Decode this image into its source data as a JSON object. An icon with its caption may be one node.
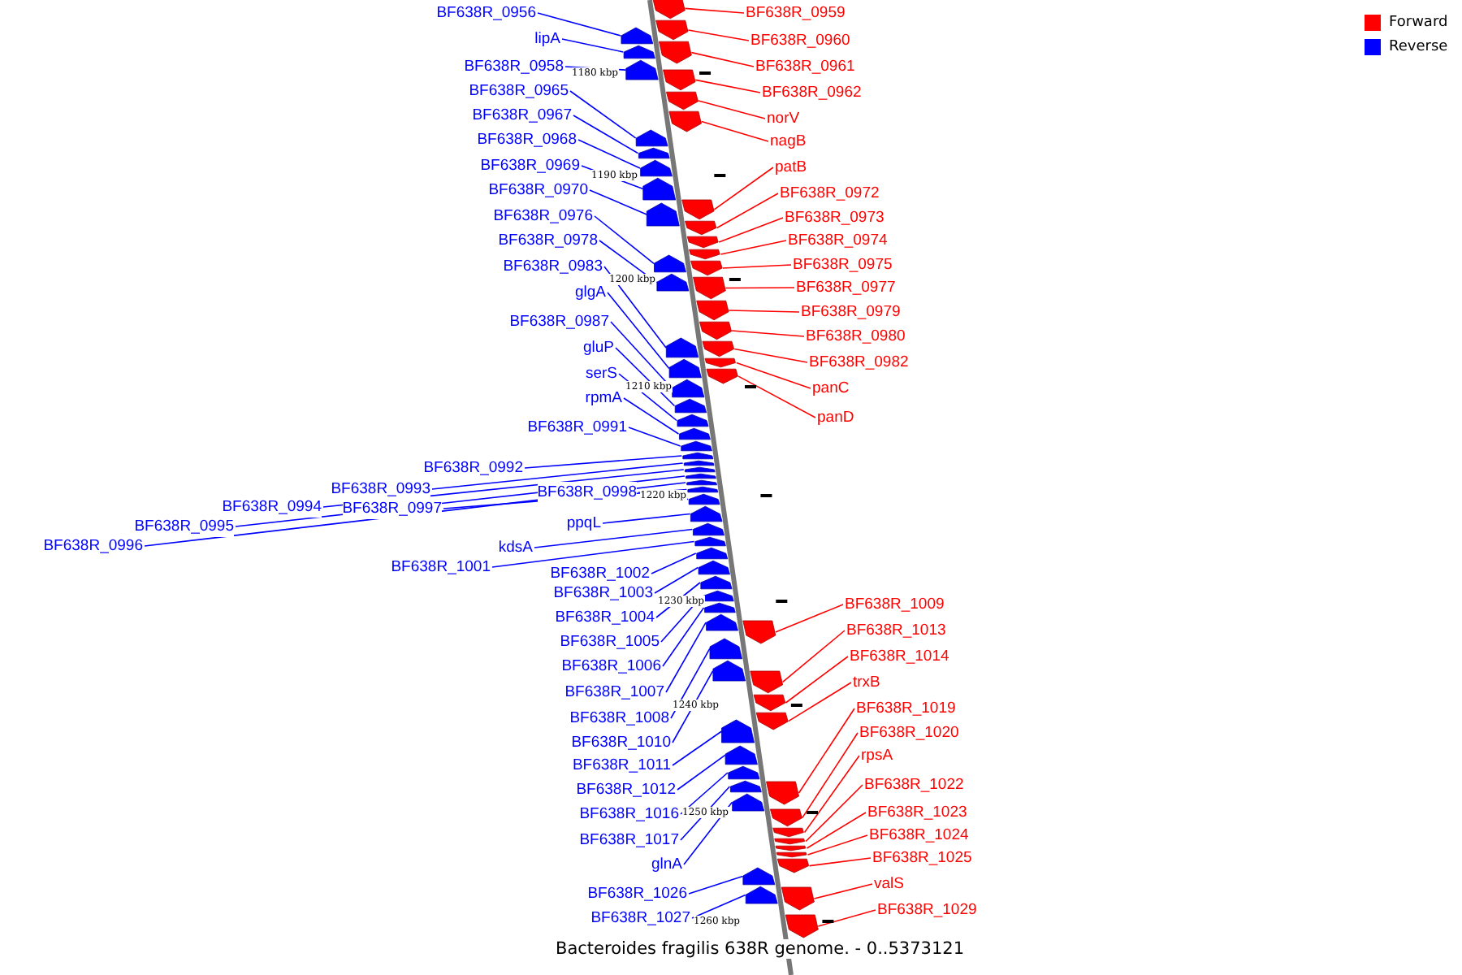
{
  "diagram": {
    "caption": "Bacteroides fragilis 638R genome. - 0..5373121",
    "nodes": [
      {
        "text": [
          "BF638R_0956"
        ]
      },
      {
        "text": [
          "lipA"
        ]
      },
      {
        "text": [
          "BF638R_0958"
        ]
      },
      {
        "text": [
          "BF638R_0965"
        ]
      },
      {
        "text": [
          "BF638R_0967"
        ]
      },
      {
        "text": [
          "BF638R_0968"
        ]
      },
      {
        "text": [
          "BF638R_0969"
        ]
      },
      {
        "text": [
          "BF638R_0970"
        ]
      },
      {
        "text": [
          "BF638R_0976"
        ]
      },
      {
        "text": [
          "BF638R_0978"
        ]
      },
      {
        "text": [
          "BF638R_0983"
        ]
      },
      {
        "text": [
          "glgA"
        ]
      },
      {
        "text": [
          "BF638R_0987"
        ]
      },
      {
        "text": [
          "gluP"
        ]
      },
      {
        "text": [
          "serS"
        ]
      },
      {
        "text": [
          "rpmA"
        ]
      },
      {
        "text": [
          "BF638R_0991"
        ]
      },
      {
        "text": [
          "BF638R_0992"
        ]
      },
      {
        "text": [
          "BF638R_0993"
        ]
      },
      {
        "text": [
          "BF638R_0994"
        ]
      },
      {
        "text": [
          "BF638R_0995"
        ]
      },
      {
        "text": [
          "BF638R_0996"
        ]
      },
      {
        "text": [
          "BF638R_0997"
        ]
      },
      {
        "text": [
          "BF638R_0998"
        ]
      },
      {
        "text": [
          "ppqL"
        ]
      },
      {
        "text": [
          "kdsA"
        ]
      },
      {
        "text": [
          "BF638R_1001"
        ]
      },
      {
        "text": [
          "BF638R_1002"
        ]
      },
      {
        "text": [
          "BF638R_1003"
        ]
      },
      {
        "text": [
          "BF638R_1004"
        ]
      },
      {
        "text": [
          "BF638R_1005"
        ]
      },
      {
        "text": [
          "BF638R_1006"
        ]
      },
      {
        "text": [
          "BF638R_1007"
        ]
      },
      {
        "text": [
          "BF638R_1008"
        ]
      },
      {
        "text": [
          "BF638R_1010"
        ]
      },
      {
        "text": [
          "BF638R_1011"
        ]
      },
      {
        "text": [
          "BF638R_1012"
        ]
      },
      {
        "text": [
          "BF638R_1016"
        ]
      },
      {
        "text": [
          "BF638R_1017"
        ]
      },
      {
        "text": [
          "glnA"
        ]
      },
      {
        "text": [
          "BF638R_1026"
        ]
      },
      {
        "text": [
          "BF638R_1027"
        ]
      },
      {
        "text": [
          "BF638R_0959"
        ]
      },
      {
        "text": [
          "BF638R_0960"
        ]
      },
      {
        "text": [
          "BF638R_0961"
        ]
      },
      {
        "text": [
          "BF638R_0962"
        ]
      },
      {
        "text": [
          "norV"
        ]
      },
      {
        "text": [
          "nagB"
        ]
      },
      {
        "text": [
          "patB"
        ]
      },
      {
        "text": [
          "BF638R_0972"
        ]
      },
      {
        "text": [
          "BF638R_0973"
        ]
      },
      {
        "text": [
          "BF638R_0974"
        ]
      },
      {
        "text": [
          "BF638R_0975"
        ]
      },
      {
        "text": [
          "BF638R_0977"
        ]
      },
      {
        "text": [
          "BF638R_0979"
        ]
      },
      {
        "text": [
          "BF638R_0980"
        ]
      },
      {
        "text": [
          "BF638R_0982"
        ]
      },
      {
        "text": [
          "panC"
        ]
      },
      {
        "text": [
          "panD"
        ]
      },
      {
        "text": [
          "BF638R_1009"
        ]
      },
      {
        "text": [
          "BF638R_1013"
        ]
      },
      {
        "text": [
          "BF638R_1014"
        ]
      },
      {
        "text": [
          "trxB"
        ]
      },
      {
        "text": [
          "BF638R_1019"
        ]
      },
      {
        "text": [
          "BF638R_1020"
        ]
      },
      {
        "text": [
          "rpsA"
        ]
      },
      {
        "text": [
          "BF638R_1022"
        ]
      },
      {
        "text": [
          "BF638R_1023"
        ]
      },
      {
        "text": [
          "BF638R_1024"
        ]
      },
      {
        "text": [
          "BF638R_1025"
        ]
      },
      {
        "text": [
          "valS"
        ]
      },
      {
        "text": [
          "BF638R_1029"
        ]
      },
      {
        "text": [],
        "shape": "arrow"
      },
      {
        "text": [],
        "shape": "arrow"
      },
      {
        "text": [],
        "shape": "arrow"
      },
      {
        "text": [],
        "shape": "arrow"
      },
      {
        "text": [],
        "shape": "arrow"
      },
      {
        "text": [],
        "shape": "arrow"
      },
      {
        "text": [],
        "shape": "arrow"
      },
      {
        "text": [],
        "shape": "arrow"
      },
      {
        "text": [],
        "shape": "arrow"
      },
      {
        "text": [],
        "shape": "arrow"
      },
      {
        "text": [],
        "shape": "arrow"
      },
      {
        "text": [],
        "shape": "arrow"
      },
      {
        "text": [],
        "shape": "arrow"
      },
      {
        "text": [],
        "shape": "arrow"
      },
      {
        "text": [],
        "shape": "arrow"
      },
      {
        "text": [],
        "shape": "arrow"
      },
      {
        "text": [],
        "shape": "arrow"
      },
      {
        "text": [],
        "shape": "arrow"
      },
      {
        "text": [],
        "shape": "arrow"
      },
      {
        "text": [],
        "shape": "arrow"
      },
      {
        "text": [],
        "shape": "arrow"
      },
      {
        "text": [],
        "shape": "arrow"
      },
      {
        "text": [],
        "shape": "arrow"
      },
      {
        "text": [],
        "shape": "arrow"
      },
      {
        "text": [],
        "shape": "arrow"
      },
      {
        "text": [],
        "shape": "arrow"
      },
      {
        "text": [],
        "shape": "arrow"
      },
      {
        "text": [],
        "shape": "arrow"
      },
      {
        "text": [],
        "shape": "arrow"
      },
      {
        "text": [],
        "shape": "arrow"
      },
      {
        "text": [],
        "shape": "arrow"
      },
      {
        "text": [],
        "shape": "arrow"
      },
      {
        "text": [],
        "shape": "arrow"
      },
      {
        "text": [],
        "shape": "arrow"
      },
      {
        "text": [],
        "shape": "arrow"
      },
      {
        "text": [],
        "shape": "arrow"
      },
      {
        "text": [],
        "shape": "arrow"
      },
      {
        "text": [],
        "shape": "arrow"
      },
      {
        "text": [],
        "shape": "arrow"
      },
      {
        "text": [],
        "shape": "arrow"
      },
      {
        "text": [],
        "shape": "arrow"
      },
      {
        "text": [],
        "shape": "arrow"
      },
      {
        "text": [],
        "shape": "arrow"
      },
      {
        "text": [],
        "shape": "arrow"
      },
      {
        "text": [],
        "shape": "arrow"
      },
      {
        "text": [],
        "shape": "arrow"
      },
      {
        "text": [],
        "shape": "arrow"
      },
      {
        "text": [],
        "shape": "arrow"
      },
      {
        "text": [],
        "shape": "arrow"
      },
      {
        "text": [],
        "shape": "arrow"
      },
      {
        "text": [],
        "shape": "arrow"
      },
      {
        "text": [],
        "shape": "arrow"
      },
      {
        "text": [],
        "shape": "arrow"
      },
      {
        "text": [],
        "shape": "arrow"
      },
      {
        "text": [],
        "shape": "arrow"
      },
      {
        "text": [],
        "shape": "arrow"
      },
      {
        "text": [],
        "shape": "arrow"
      },
      {
        "text": [],
        "shape": "arrow"
      },
      {
        "text": [],
        "shape": "arrow"
      },
      {
        "text": [],
        "shape": "arrow"
      },
      {
        "text": [],
        "shape": "arrow"
      },
      {
        "text": [],
        "shape": "arrow"
      },
      {
        "text": [],
        "shape": "arrow"
      },
      {
        "text": [],
        "shape": "arrow"
      },
      {
        "text": [],
        "shape": "arrow"
      },
      {
        "text": [],
        "shape": "arrow"
      },
      {
        "text": [],
        "shape": "arrow"
      },
      {
        "text": [],
        "shape": "arrow"
      },
      {
        "text": [],
        "shape": "arrow"
      },
      {
        "text": [],
        "shape": "arrow"
      },
      {
        "text": [],
        "shape": "arrow"
      },
      {
        "text": [],
        "shape": "arrow"
      }
    ],
    "edges": [
      {
        "from": 0,
        "to": 72,
        "arrow": "none"
      },
      {
        "from": 1,
        "to": 73,
        "arrow": "none"
      },
      {
        "from": 2,
        "to": 74,
        "arrow": "none"
      },
      {
        "from": 3,
        "to": 75,
        "arrow": "none"
      },
      {
        "from": 4,
        "to": 76,
        "arrow": "none"
      },
      {
        "from": 5,
        "to": 77,
        "arrow": "none"
      },
      {
        "from": 6,
        "to": 78,
        "arrow": "none"
      },
      {
        "from": 7,
        "to": 79,
        "arrow": "none"
      },
      {
        "from": 8,
        "to": 80,
        "arrow": "none"
      },
      {
        "from": 9,
        "to": 81,
        "arrow": "none"
      },
      {
        "from": 10,
        "to": 82,
        "arrow": "none"
      },
      {
        "from": 11,
        "to": 83,
        "arrow": "none"
      },
      {
        "from": 12,
        "to": 84,
        "arrow": "none"
      },
      {
        "from": 13,
        "to": 85,
        "arrow": "none"
      },
      {
        "from": 14,
        "to": 86,
        "arrow": "none"
      },
      {
        "from": 15,
        "to": 87,
        "arrow": "none"
      },
      {
        "from": 16,
        "to": 88,
        "arrow": "none"
      },
      {
        "from": 17,
        "to": 89,
        "arrow": "none"
      },
      {
        "from": 18,
        "to": 90,
        "arrow": "none"
      },
      {
        "from": 19,
        "to": 91,
        "arrow": "none"
      },
      {
        "from": 20,
        "to": 92,
        "arrow": "none"
      },
      {
        "from": 21,
        "to": 93,
        "arrow": "none"
      },
      {
        "from": 22,
        "to": 94,
        "arrow": "none"
      },
      {
        "from": 23,
        "to": 95,
        "arrow": "none"
      },
      {
        "from": 24,
        "to": 96,
        "arrow": "none"
      },
      {
        "from": 25,
        "to": 97,
        "arrow": "none"
      },
      {
        "from": 26,
        "to": 98,
        "arrow": "none"
      },
      {
        "from": 27,
        "to": 99,
        "arrow": "none"
      },
      {
        "from": 28,
        "to": 100,
        "arrow": "none"
      },
      {
        "from": 29,
        "to": 101,
        "arrow": "none"
      },
      {
        "from": 30,
        "to": 102,
        "arrow": "none"
      },
      {
        "from": 31,
        "to": 103,
        "arrow": "none"
      },
      {
        "from": 32,
        "to": 104,
        "arrow": "none"
      },
      {
        "from": 33,
        "to": 105,
        "arrow": "none"
      },
      {
        "from": 34,
        "to": 106,
        "arrow": "none"
      },
      {
        "from": 35,
        "to": 107,
        "arrow": "none"
      },
      {
        "from": 36,
        "to": 108,
        "arrow": "none"
      },
      {
        "from": 37,
        "to": 109,
        "arrow": "none"
      },
      {
        "from": 38,
        "to": 110,
        "arrow": "none"
      },
      {
        "from": 39,
        "to": 111,
        "arrow": "none"
      },
      {
        "from": 40,
        "to": 112,
        "arrow": "none"
      },
      {
        "from": 41,
        "to": 113,
        "arrow": "none"
      },
      {
        "from": 42,
        "to": 114,
        "arrow": "none",
        "color": "#ff0000"
      },
      {
        "from": 43,
        "to": 115,
        "arrow": "none",
        "color": "#ff0000"
      },
      {
        "from": 44,
        "to": 116,
        "arrow": "none",
        "color": "#ff0000"
      },
      {
        "from": 45,
        "to": 117,
        "arrow": "none",
        "color": "#ff0000"
      },
      {
        "from": 46,
        "to": 118,
        "arrow": "none",
        "color": "#ff0000"
      },
      {
        "from": 47,
        "to": 119,
        "arrow": "none",
        "color": "#ff0000"
      },
      {
        "from": 48,
        "to": 120,
        "arrow": "none",
        "color": "#ff0000"
      },
      {
        "from": 49,
        "to": 121,
        "arrow": "none",
        "color": "#ff0000"
      },
      {
        "from": 50,
        "to": 122,
        "arrow": "none",
        "color": "#ff0000"
      },
      {
        "from": 51,
        "to": 123,
        "arrow": "none",
        "color": "#ff0000"
      },
      {
        "from": 52,
        "to": 124,
        "arrow": "none",
        "color": "#ff0000"
      },
      {
        "from": 53,
        "to": 125,
        "arrow": "none",
        "color": "#ff0000"
      },
      {
        "from": 54,
        "to": 126,
        "arrow": "none",
        "color": "#ff0000"
      },
      {
        "from": 55,
        "to": 127,
        "arrow": "none",
        "color": "#ff0000"
      },
      {
        "from": 56,
        "to": 128,
        "arrow": "none",
        "color": "#ff0000"
      },
      {
        "from": 57,
        "to": 129,
        "arrow": "none",
        "color": "#ff0000"
      },
      {
        "from": 58,
        "to": 130,
        "arrow": "none",
        "color": "#ff0000"
      },
      {
        "from": 59,
        "to": 131,
        "arrow": "none",
        "color": "#ff0000"
      },
      {
        "from": 60,
        "to": 132,
        "arrow": "none",
        "color": "#ff0000"
      },
      {
        "from": 61,
        "to": 133,
        "arrow": "none",
        "color": "#ff0000"
      },
      {
        "from": 62,
        "to": 134,
        "arrow": "none",
        "color": "#ff0000"
      },
      {
        "from": 63,
        "to": 135,
        "arrow": "none",
        "color": "#ff0000"
      },
      {
        "from": 64,
        "to": 136,
        "arrow": "none",
        "color": "#ff0000"
      },
      {
        "from": 65,
        "to": 137,
        "arrow": "none",
        "color": "#ff0000"
      },
      {
        "from": 66,
        "to": 138,
        "arrow": "none",
        "color": "#ff0000"
      },
      {
        "from": 67,
        "to": 139,
        "arrow": "none",
        "color": "#ff0000"
      },
      {
        "from": 68,
        "to": 140,
        "arrow": "none",
        "color": "#ff0000"
      },
      {
        "from": 69,
        "to": 141,
        "arrow": "none",
        "color": "#ff0000"
      },
      {
        "from": 70,
        "to": 142,
        "arrow": "none",
        "color": "#ff0000"
      },
      {
        "from": 71,
        "to": 143,
        "arrow": "none",
        "color": "#ff0000"
      }
    ],
    "labels": [
      "1180 kbp",
      "1190 kbp",
      "1200 kbp",
      "1210 kbp",
      "1220 kbp",
      "1230 kbp",
      "1240 kbp",
      "1250 kbp",
      "1260 kbp"
    ],
    "legend": [
      {
        "text": "Forward",
        "color": "#ff0000"
      },
      {
        "text": "Reverse",
        "color": "#0000ff"
      }
    ]
  }
}
